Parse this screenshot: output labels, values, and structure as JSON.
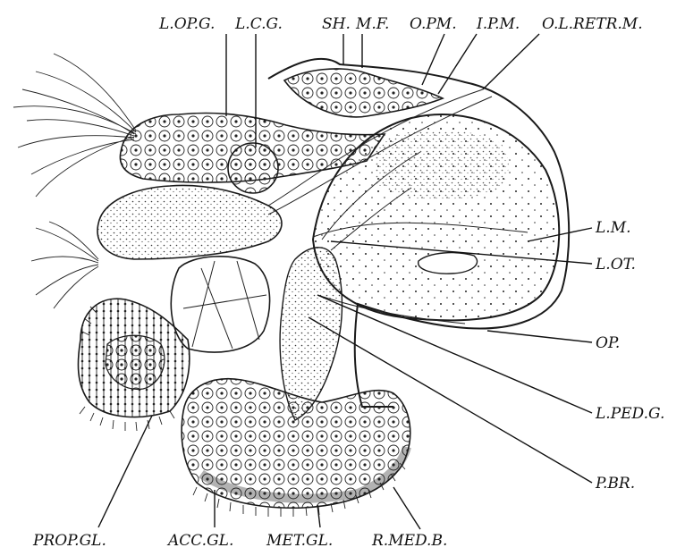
{
  "figure": {
    "labels": {
      "top": [
        "L.OP.G.",
        "L.C.G.",
        "SH.",
        "M.F.",
        "O.PM.",
        "I.P.M.",
        "O.L.RETR.M."
      ],
      "right": [
        "L.M.",
        "L.OT.",
        "OP.",
        "L.PED.G.",
        "P.BR."
      ],
      "bottom": [
        "PROP.GL.",
        "ACC.GL.",
        "MET.GL.",
        "R.MED.B."
      ]
    }
  }
}
